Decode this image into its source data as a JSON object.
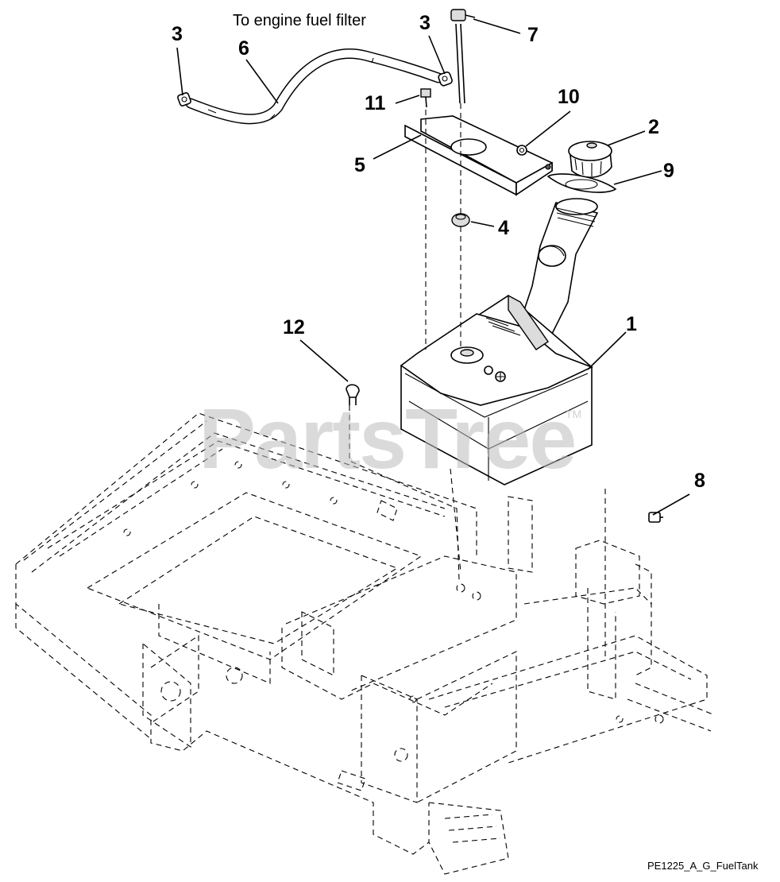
{
  "diagram": {
    "note": "To engine fuel filter",
    "figure_id": "PE1225_A_G_FuelTank",
    "watermark": "PartsTree",
    "trademark": "TM",
    "callouts": [
      "1",
      "2",
      "3",
      "3",
      "4",
      "5",
      "6",
      "7",
      "8",
      "9",
      "10",
      "11",
      "12"
    ]
  }
}
